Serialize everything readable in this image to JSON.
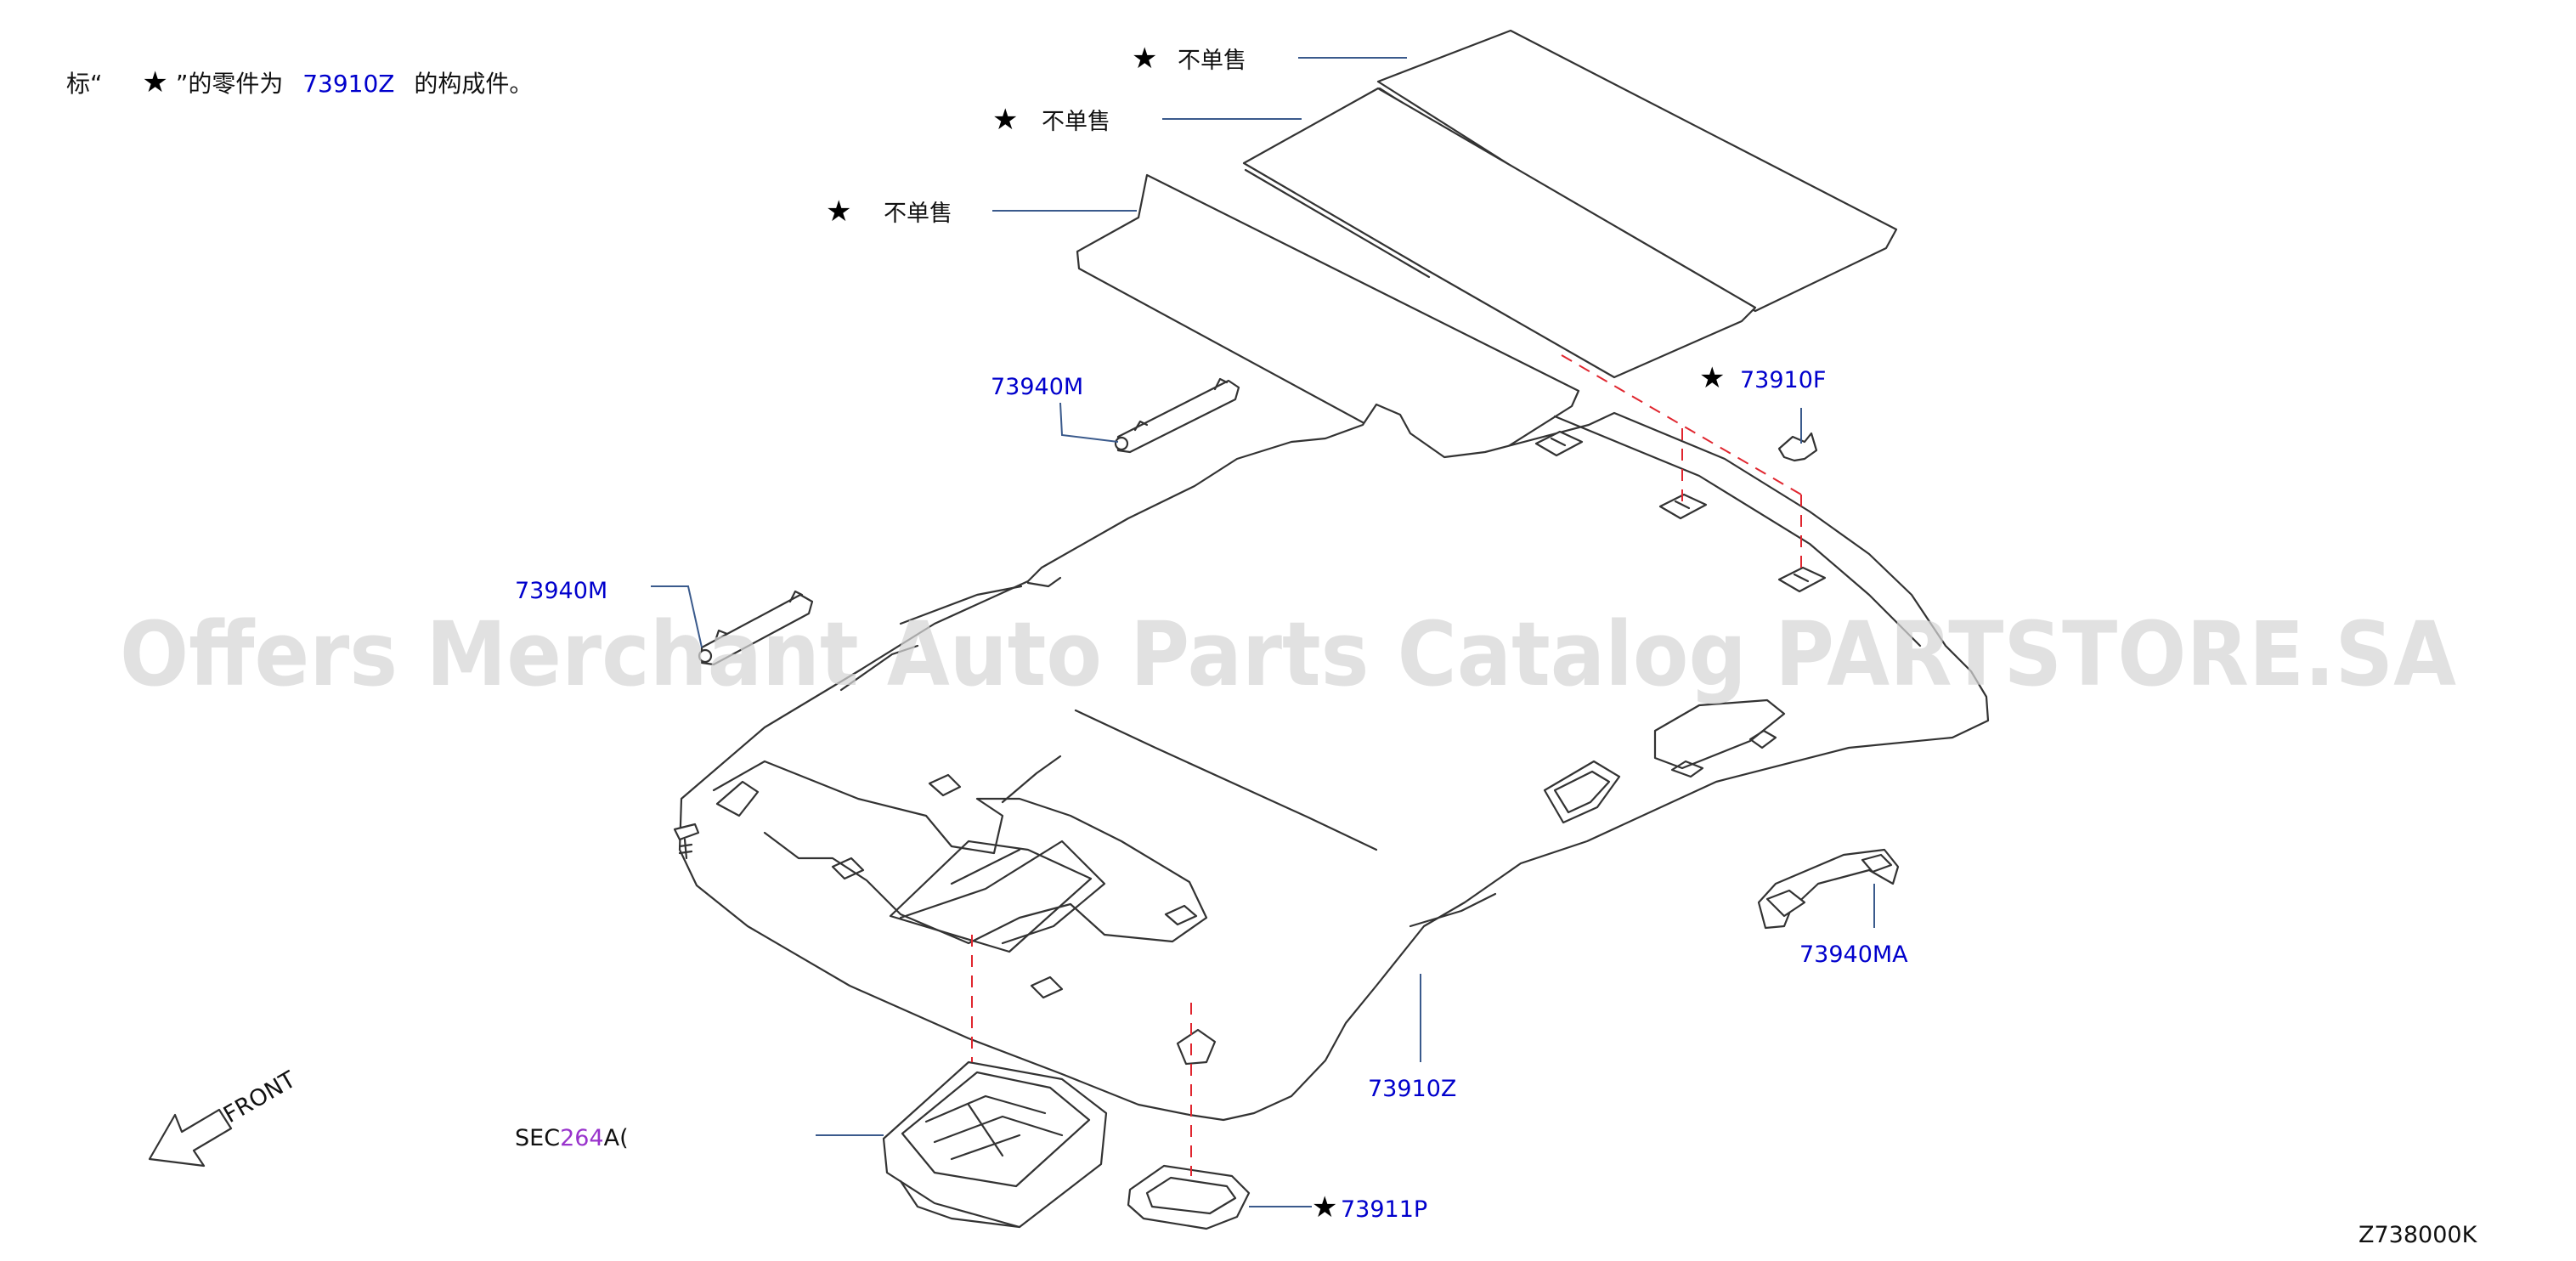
{
  "note": {
    "prefix": "标“",
    "star": "★",
    "middle": "”的零件为",
    "ref": "73910Z",
    "suffix": "的构成件。"
  },
  "not_sold": "不单售",
  "star": "★",
  "parts": {
    "sunshade_upper": "73940M",
    "sunshade_lower": "73940M",
    "clip": "73910F",
    "grip": "73940MA",
    "headlining": "73910Z",
    "lamp_cover": "73911P"
  },
  "sec": {
    "prefix": "SEC",
    "number": "264",
    "suffix": "A("
  },
  "front_label": "FRONT",
  "diagram_code": "Z738000K",
  "watermark": "Offers Merchant Auto Parts Catalog PARTSTORE.SA",
  "colors": {
    "part_number": "#0000cc",
    "dashed_guide": "#e0262f",
    "leader": "#3a5a8c",
    "sec_number": "#9933cc"
  }
}
